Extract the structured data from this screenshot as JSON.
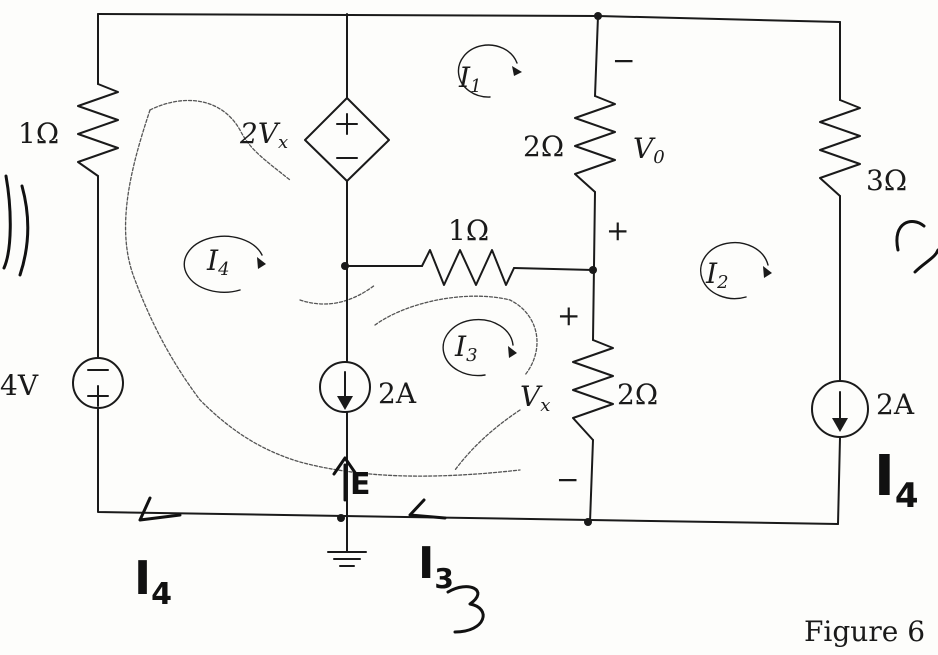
{
  "resistors": {
    "r1": "1Ω",
    "r2_top": "2Ω",
    "r_mid": "1Ω",
    "r2_bot": "2Ω",
    "r3": "3Ω"
  },
  "sources": {
    "voltage_source": "4V",
    "dependent_source": "2V",
    "dependent_source_sub": "x",
    "current_source_left": "2A",
    "current_source_right": "2A"
  },
  "voltages": {
    "v0": "V",
    "v0_sub": "0",
    "vx": "V",
    "vx_sub": "x"
  },
  "polarity": {
    "plus": "+",
    "minus": "−"
  },
  "loops": {
    "i1": "I",
    "i1_sub": "1",
    "i2": "I",
    "i2_sub": "2",
    "i3": "I",
    "i3_sub": "3",
    "i4": "I",
    "i4_sub": "4"
  },
  "handwriting": {
    "i4_right": "I",
    "i4_right_sub": "4",
    "bottom_left": "I",
    "bottom_left_sub": "4",
    "bottom_mid": "I",
    "bottom_mid_sub": "3"
  },
  "figure_caption": "Figure 6"
}
